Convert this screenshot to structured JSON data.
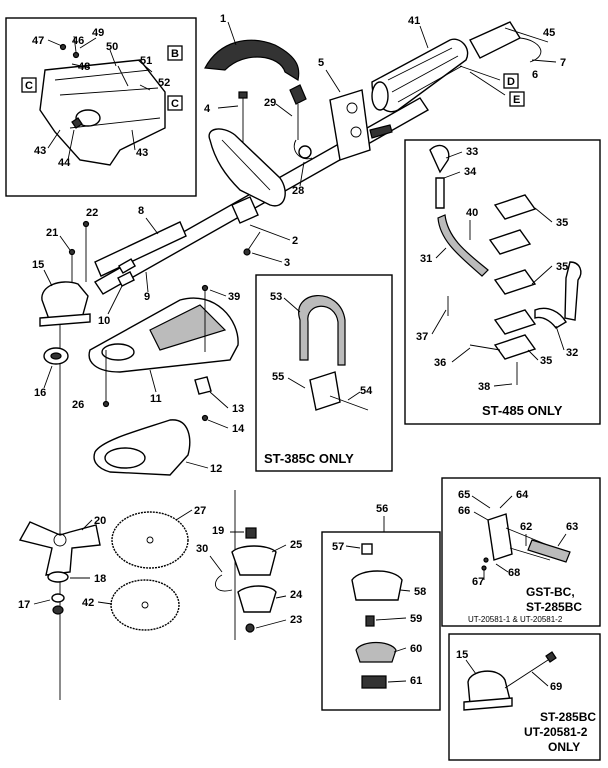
{
  "callouts": {
    "c1": "1",
    "c2": "2",
    "c3": "3",
    "c4": "4",
    "c5": "5",
    "c6": "6",
    "c7": "7",
    "c8": "8",
    "c9": "9",
    "c10": "10",
    "c11": "11",
    "c12": "12",
    "c13": "13",
    "c14": "14",
    "c15": "15",
    "c16": "16",
    "c17": "17",
    "c18": "18",
    "c19": "19",
    "c20": "20",
    "c21": "21",
    "c22": "22",
    "c23": "23",
    "c24": "24",
    "c25": "25",
    "c26": "26",
    "c27": "27",
    "c28": "28",
    "c29": "29",
    "c30": "30",
    "c31": "31",
    "c32": "32",
    "c33": "33",
    "c34": "34",
    "c35a": "35",
    "c35b": "35",
    "c35c": "35",
    "c36": "36",
    "c37": "37",
    "c38": "38",
    "c39": "39",
    "c40": "40",
    "c41": "41",
    "c42": "42",
    "c43a": "43",
    "c43b": "43",
    "c44": "44",
    "c45": "45",
    "c46": "46",
    "c47": "47",
    "c48": "48",
    "c49": "49",
    "c50": "50",
    "c51": "51",
    "c52": "52",
    "c53": "53",
    "c54": "54",
    "c55": "55",
    "c56": "56",
    "c57": "57",
    "c58": "58",
    "c59": "59",
    "c60": "60",
    "c61": "61",
    "c62": "62",
    "c63": "63",
    "c64": "64",
    "c65": "65",
    "c66": "66",
    "c67": "67",
    "c68": "68",
    "c69": "69",
    "c15b": "15"
  },
  "letters": {
    "B": "B",
    "C1": "C",
    "C2": "C",
    "D": "D",
    "E": "E"
  },
  "captions": {
    "st385c": "ST-385C ONLY",
    "st485": "ST-485 ONLY",
    "gst_line1": "GST-BC,",
    "gst_line2": "ST-285BC",
    "gst_line3": "UT-20581-1 & UT-20581-2",
    "st285_line1": "ST-285BC",
    "st285_line2": "UT-20581-2",
    "st285_line3": "ONLY"
  }
}
